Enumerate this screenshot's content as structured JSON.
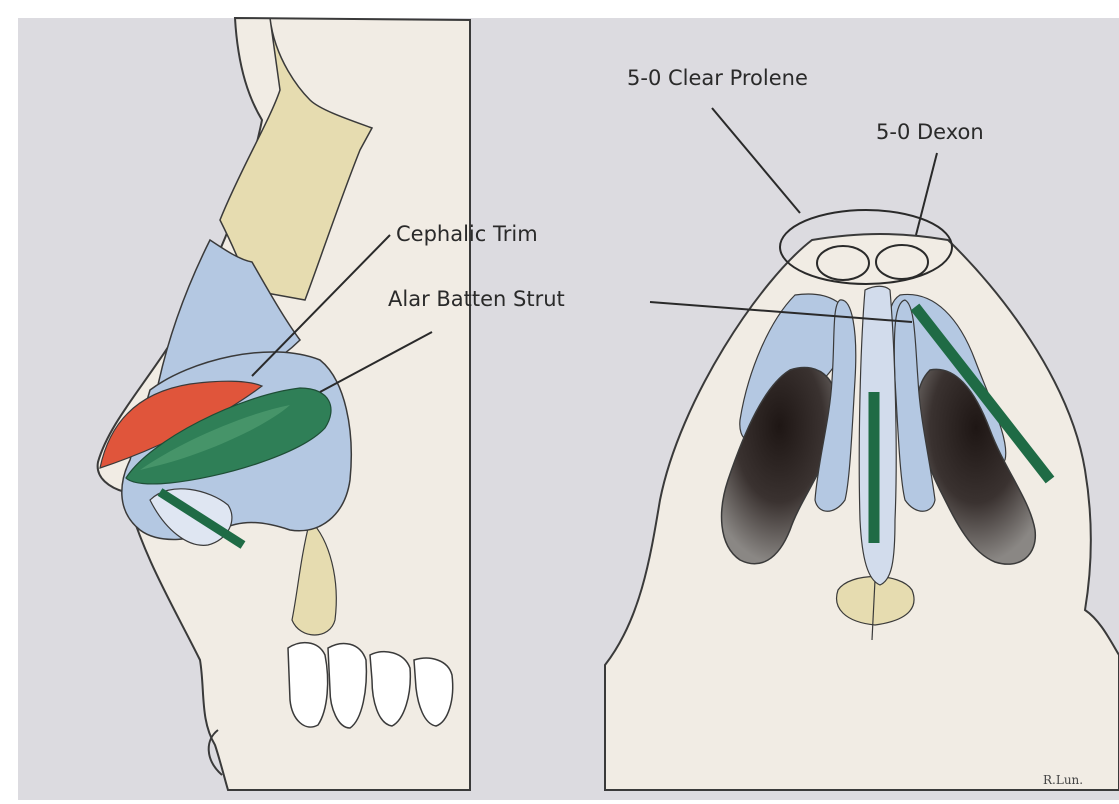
{
  "labels": {
    "clear_prolene": "5-0 Clear Prolene",
    "dexon": "5-0 Dexon",
    "cephalic_trim": "Cephalic Trim",
    "alar_batten_strut": "Alar Batten Strut"
  },
  "signature": "R.Lun.",
  "colors": {
    "background": "#dcdbe0",
    "skin": "#f1ece4",
    "cartilage_blue": "#b4c8e2",
    "bone": "#e6dcb0",
    "cephalic_trim": "#e0553b",
    "alar_graft": "#2f7f57",
    "strut_green": "#1f6b45",
    "nostril_dark": "#2a2220",
    "nostril_gray": "#777473",
    "outline": "#3a3a3a"
  }
}
